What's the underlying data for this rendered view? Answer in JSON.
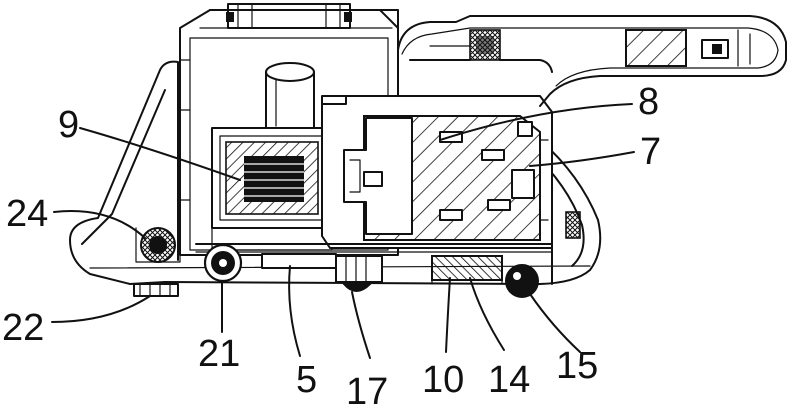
{
  "callouts": [
    {
      "id": "9",
      "text": "9"
    },
    {
      "id": "24",
      "text": "24"
    },
    {
      "id": "22",
      "text": "22"
    },
    {
      "id": "21",
      "text": "21"
    },
    {
      "id": "5",
      "text": "5"
    },
    {
      "id": "17",
      "text": "17"
    },
    {
      "id": "10",
      "text": "10"
    },
    {
      "id": "14",
      "text": "14"
    },
    {
      "id": "15",
      "text": "15"
    },
    {
      "id": "8",
      "text": "8"
    },
    {
      "id": "7",
      "text": "7"
    }
  ]
}
